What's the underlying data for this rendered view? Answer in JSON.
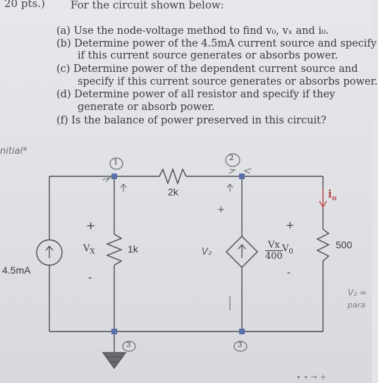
{
  "header": {
    "points": "20 pts.)",
    "intro": "For the circuit shown below:"
  },
  "questions": [
    {
      "letter": "(a)",
      "line1": "Use the node-voltage method to find v₀, vₓ and i₀.",
      "line2": ""
    },
    {
      "letter": "(b)",
      "line1": "Determine power of the 4.5mA current source and specify",
      "line2": "if this current source generates or absorbs power."
    },
    {
      "letter": "(c)",
      "line1": "Determine power of the dependent current source and",
      "line2": "specify if this current source generates or absorbs power."
    },
    {
      "letter": "(d)",
      "line1": "Determine power of all resistor and specify if they",
      "line2": "generate or absorb power."
    },
    {
      "letter": "(f)",
      "line1": "Is the balance of power preserved in this circuit?",
      "line2": ""
    }
  ],
  "circuit": {
    "source_label": "4.5mA",
    "r_top": "2k",
    "r_mid": "1k",
    "r_right": "500",
    "vx_label": "V",
    "vx_sub": "X",
    "dep_num": "Vx",
    "dep_den": "400",
    "vo_label": "V",
    "vo_sub": "0",
    "io_label": "i",
    "io_sub": "o",
    "plus": "+",
    "minus": "-",
    "node1": "1",
    "node2": "2",
    "node3": "3"
  },
  "handwriting": {
    "initial": "nitial*",
    "v2": "V₂",
    "v2_right": "V₂ =",
    "parallel": "para",
    "bottom": "∙ ∙ → +"
  }
}
